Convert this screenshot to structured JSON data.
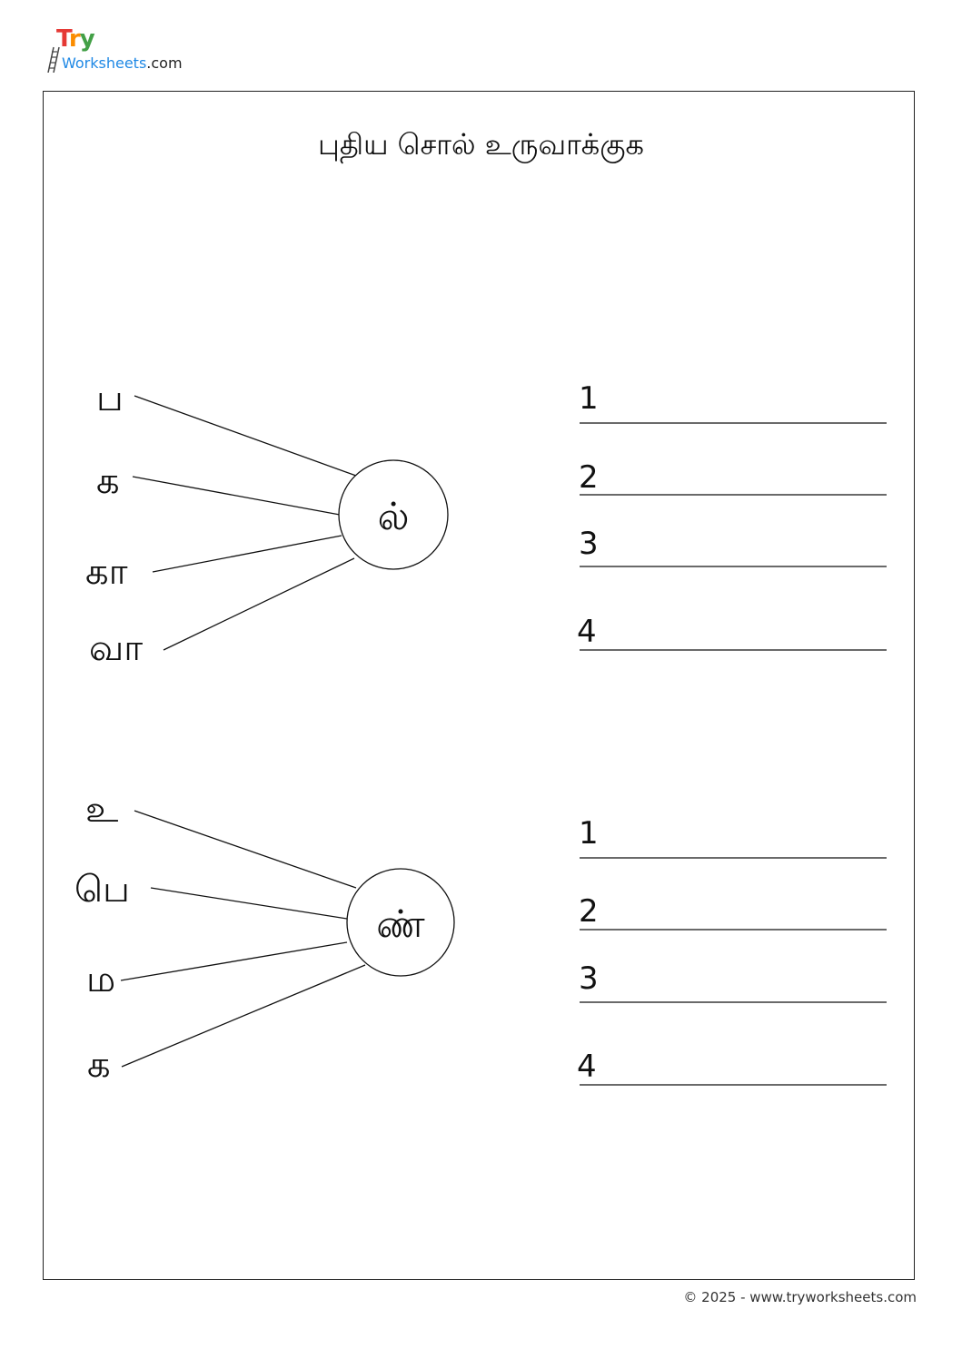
{
  "logo": {
    "top": "Try",
    "bottom_a": "Worksheets",
    "bottom_b": ".com"
  },
  "title": "புதிய சொல் உருவாக்குக",
  "groups": [
    {
      "center": "ல்",
      "letters": [
        "ப",
        "க",
        "கா",
        "வா"
      ],
      "answers": [
        "1",
        "2",
        "3",
        "4"
      ]
    },
    {
      "center": "ண்",
      "letters": [
        "உ",
        "பெ",
        "ம",
        "க"
      ],
      "answers": [
        "1",
        "2",
        "3",
        "4"
      ]
    }
  ],
  "footer": "© 2025 - www.tryworksheets.com"
}
